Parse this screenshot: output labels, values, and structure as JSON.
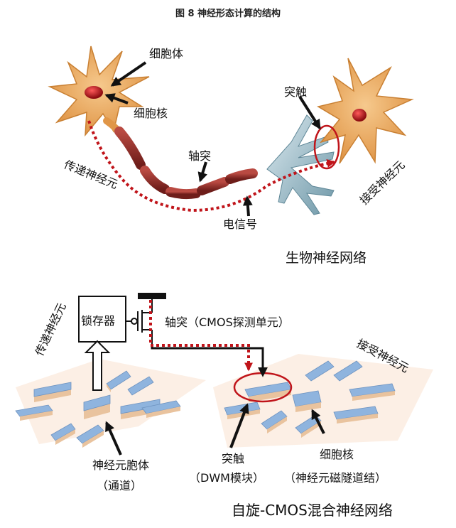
{
  "figure": {
    "title": "图 8 神经形态计算的结构"
  },
  "biological": {
    "cell_body": "细胞体",
    "nucleus": "细胞核",
    "axon": "轴突",
    "sending_neuron": "传递神经元",
    "electrical_signal": "电信号",
    "synapse": "突触",
    "receiving_neuron": "接受神经元",
    "network_name": "生物神经网络"
  },
  "hybrid": {
    "sending_neuron": "传递神经元",
    "latch": "锁存器",
    "axon_cmos": "轴突（CMOS探测单元）",
    "receiving_neuron": "接受神经元",
    "soma": "神经元胞体",
    "channel": "（通道）",
    "synapse": "突触",
    "dwm": "（DWM模块）",
    "nucleus": "细胞核",
    "mtj": "（神经元磁隧道结）",
    "network_name": "自旋-CMOS混合神经网络"
  },
  "colors": {
    "neuron_fill": "#e7a35a",
    "neuron_stroke": "#c98033",
    "nucleus": "#c0141a",
    "axon": "#8e2b26",
    "signal": "#c0141a",
    "dendrite": "#a7c6d0",
    "block_blue": "#8fb4de",
    "block_base": "#e9c39e",
    "pad_bg": "#fbe9dc"
  }
}
